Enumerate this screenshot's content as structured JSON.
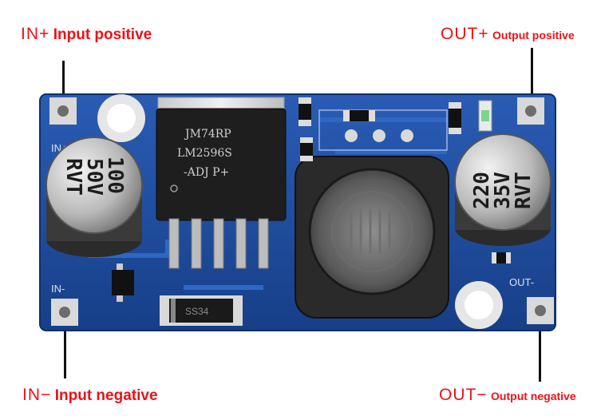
{
  "labels": {
    "in_pos": {
      "pin": "IN+",
      "desc": "Input positive"
    },
    "out_pos": {
      "pin": "OUT+",
      "desc": "Output positive"
    },
    "in_neg": {
      "pin": "IN−",
      "desc": "Input negative"
    },
    "out_neg": {
      "pin": "OUT−",
      "desc": "Output negative"
    }
  },
  "board": {
    "silk_in_pos": "IN+",
    "silk_in_neg": "IN-",
    "silk_out_neg": "OUT-",
    "cap_left": [
      "100",
      "50V",
      "RVT"
    ],
    "cap_right": [
      "220",
      "35V",
      "RVT"
    ],
    "chip": [
      "JM74RP",
      "LM2596S",
      "-ADJ   P+"
    ],
    "diode": "SS34"
  },
  "colors": {
    "pcb": "#1f4fa3",
    "label_red": "#e8131a"
  }
}
